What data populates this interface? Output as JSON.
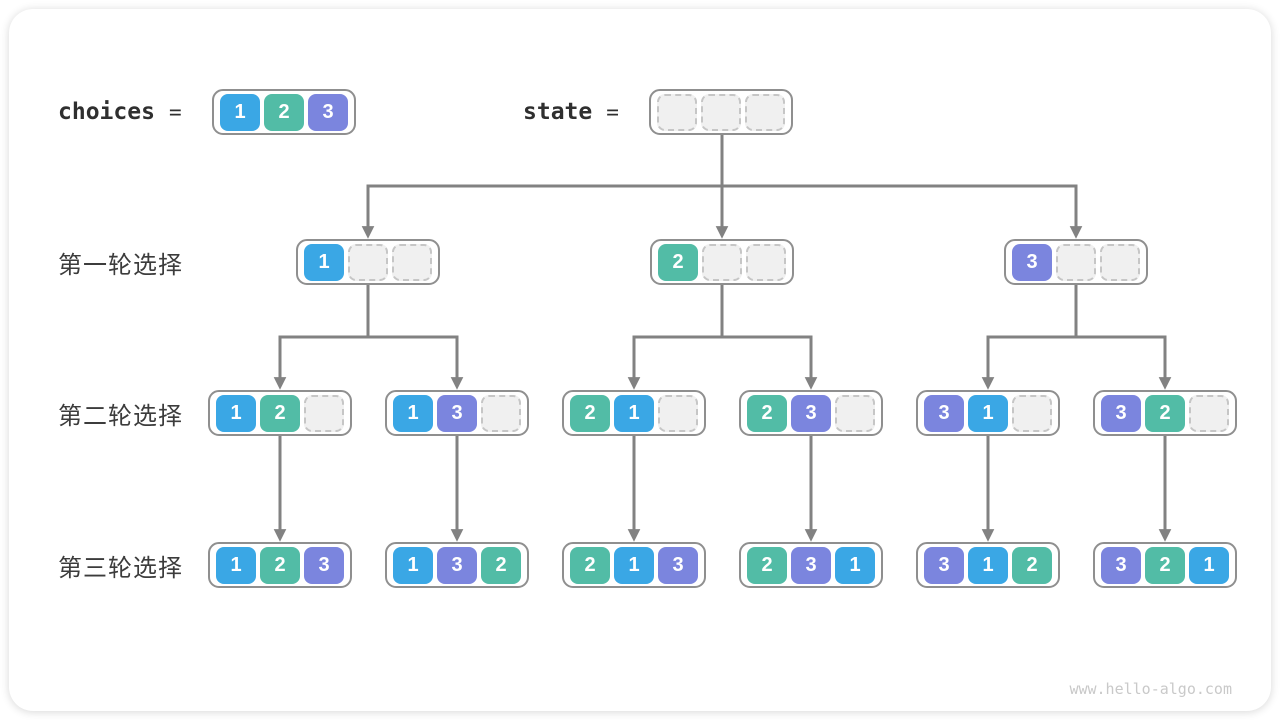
{
  "header": {
    "choices_label": "choices",
    "equals_sign": "=",
    "choices_values": [
      "1",
      "2",
      "3"
    ],
    "state_label": "state",
    "state_slots": 3
  },
  "tree": {
    "rows": [
      {
        "label": "第一轮选择",
        "nodes": [
          [
            "1",
            null,
            null
          ],
          [
            "2",
            null,
            null
          ],
          [
            "3",
            null,
            null
          ]
        ]
      },
      {
        "label": "第二轮选择",
        "nodes": [
          [
            "1",
            "2",
            null
          ],
          [
            "1",
            "3",
            null
          ],
          [
            "2",
            "1",
            null
          ],
          [
            "2",
            "3",
            null
          ],
          [
            "3",
            "1",
            null
          ],
          [
            "3",
            "2",
            null
          ]
        ]
      },
      {
        "label": "第三轮选择",
        "nodes": [
          [
            "1",
            "2",
            "3"
          ],
          [
            "1",
            "3",
            "2"
          ],
          [
            "2",
            "1",
            "3"
          ],
          [
            "2",
            "3",
            "1"
          ],
          [
            "3",
            "1",
            "2"
          ],
          [
            "3",
            "2",
            "1"
          ]
        ]
      }
    ]
  },
  "colors": {
    "cell_1": "#3AA7E5",
    "cell_2": "#52BCA6",
    "cell_3": "#7B85DE",
    "arrow": "#828282",
    "node_border": "#8F8F8F",
    "empty_cell_fill": "#F0F0F0",
    "empty_cell_border": "#C6C6C6",
    "label_text": "#3C3C3C",
    "header_text": "#2F2F2F",
    "watermark_text": "#C9C9C9"
  },
  "watermark": "www.hello-algo.com"
}
